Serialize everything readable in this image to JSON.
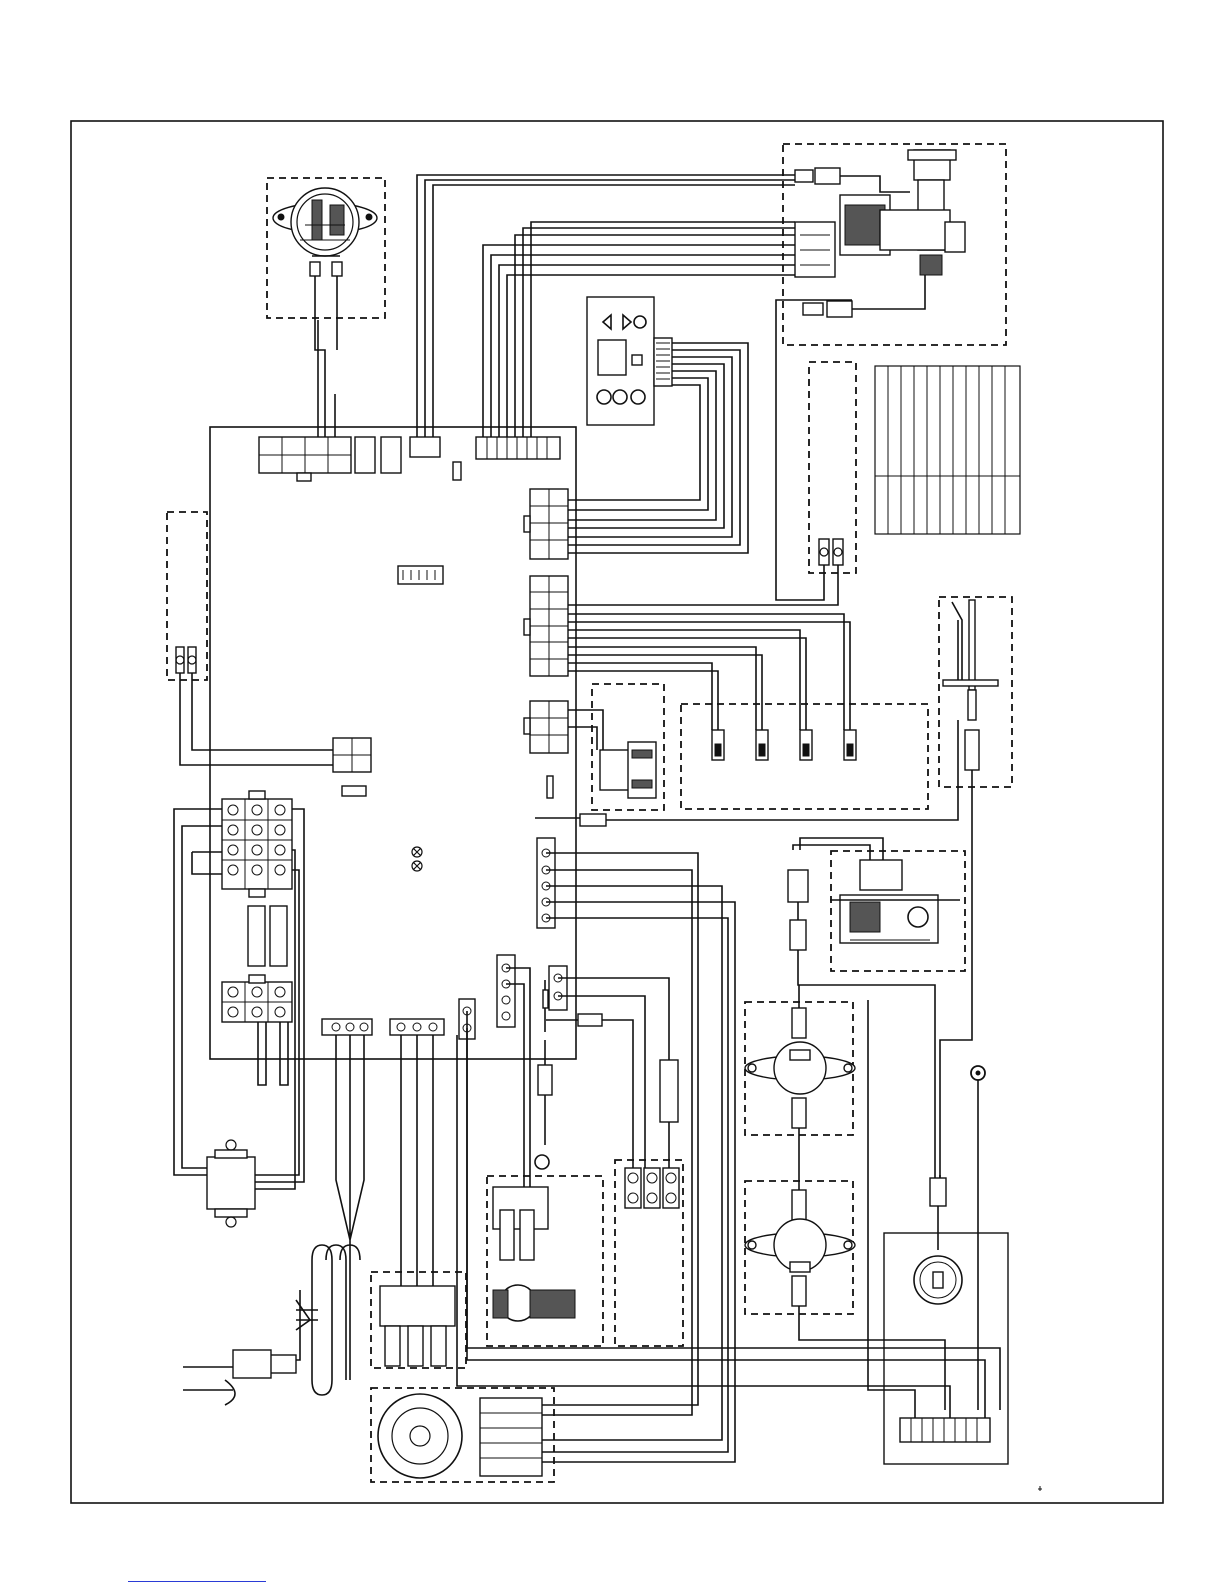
{
  "page": {
    "background": "#ffffff",
    "line_color": "#111111",
    "link_color": "#2a3bd6"
  },
  "diagram": {
    "components": [
      "pressure-switch",
      "gas-valve",
      "control-panel-display",
      "terminal-block-right",
      "wiring-table-grid",
      "igniter-rod",
      "terminal-block-left",
      "control-board",
      "transformer",
      "power-cord",
      "blower-motor",
      "pump",
      "terminal-strip-3",
      "flame-sensor-bracket",
      "hi-limit-thermostat-upper",
      "hi-limit-thermostat-lower",
      "ground-ring-lug",
      "junction-box-with-plug",
      "water-flow-sensor",
      "solenoid-valve",
      "thermistor-group"
    ],
    "icons": [
      "arrow-left-icon",
      "arrow-right-icon",
      "circle-button-icon",
      "fuse-icon",
      "ground-icon"
    ]
  },
  "footer": {
    "link_bar": ""
  }
}
